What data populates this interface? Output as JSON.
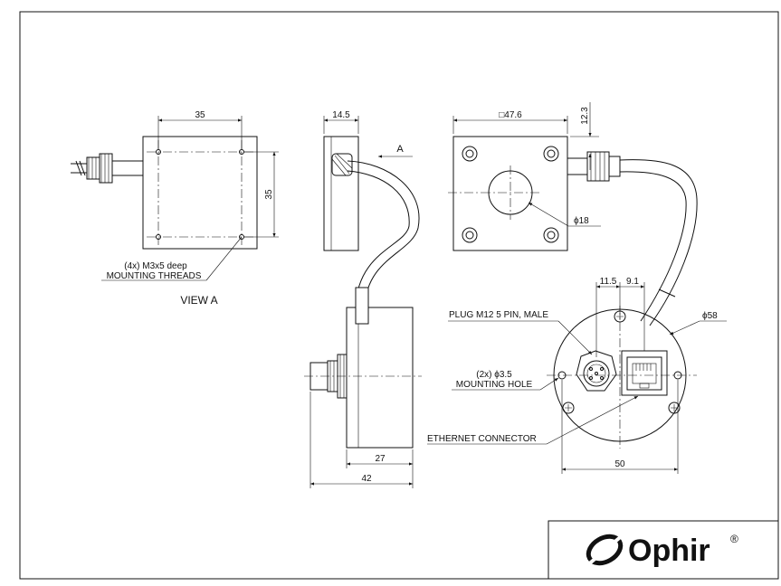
{
  "dimensions": {
    "top_width": "35",
    "top_height": "35",
    "side_thickness": "14.5",
    "front_square": "□47.6",
    "front_offset": "12.3",
    "bore_diameter": "ϕ18",
    "connector_offset_a": "11.5",
    "connector_offset_b": "9.1",
    "body_diameter": "ϕ58",
    "hole_spacing": "50",
    "body_depth": "27",
    "overall_depth": "42",
    "hole_diameter": "(2x) ϕ3.5"
  },
  "labels": {
    "threads_line1": "(4x) M3x5 deep",
    "threads_line2": "MOUNTING THREADS",
    "view_a": "VIEW A",
    "arrow_a": "A",
    "plug": "PLUG M12 5 PIN, MALE",
    "mounting_hole": "MOUNTING HOLE",
    "ethernet": "ETHERNET CONNECTOR"
  },
  "logo": {
    "brand": "Ophir",
    "mark": "®"
  }
}
